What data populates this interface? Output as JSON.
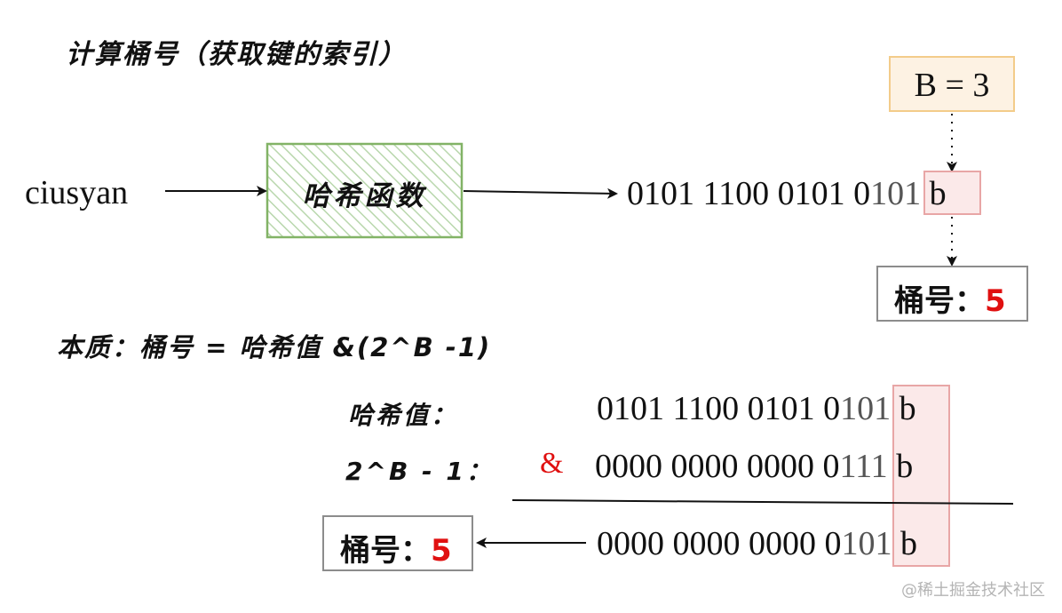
{
  "title": "计算桶号（获取键的索引）",
  "top": {
    "b_label": "B = 3",
    "input": "ciusyan",
    "hash_function": "哈希函数",
    "hash_prefix": "0101 1100 0101 0",
    "hash_low": "101",
    "hash_suffix": " b",
    "bucket_label": "桶号：",
    "bucket_value": "5"
  },
  "essence": "本质：桶号 = 哈希值 &(2^B -1)",
  "calc": {
    "hash_label": "哈希值：",
    "hash_prefix": "0101 1100 0101 0",
    "hash_low": "101",
    "hash_suffix": " b",
    "mask_label": "2^B - 1：",
    "and_symbol": "&",
    "mask_prefix": "0000 0000 0000 0",
    "mask_low": "111",
    "mask_suffix": " b",
    "result_prefix": "0000 0000 0000 0",
    "result_low": "101",
    "result_suffix": " b",
    "bucket_label": "桶号：",
    "bucket_value": "5"
  },
  "watermark": "@稀土掘金技术社区",
  "colors": {
    "b_box_border": "#f3cc8a",
    "b_box_fill": "#fdf2e3",
    "hash_box_border": "#82b366",
    "hash_box_hatch": "#d5e8d4",
    "highlight_border": "#e8a6a6",
    "highlight_fill": "#f8d7d7",
    "bucket_box_border": "#8c8c8c",
    "accent_red": "#e01010"
  }
}
